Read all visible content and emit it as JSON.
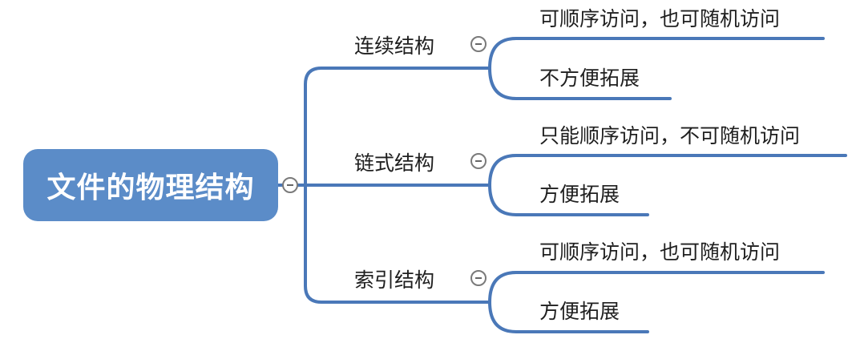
{
  "colors": {
    "root_fill": "#5b8cc8",
    "connector": "#4a78b8",
    "text": "#1f1f1f"
  },
  "mindmap": {
    "root": {
      "label": "文件的物理结构",
      "collapse_icon": "minus-circle-icon"
    },
    "branches": [
      {
        "label": "连续结构",
        "collapse_icon": "minus-circle-icon",
        "leaves": [
          "可顺序访问，也可随机访问",
          "不方便拓展"
        ]
      },
      {
        "label": "链式结构",
        "collapse_icon": "minus-circle-icon",
        "leaves": [
          "只能顺序访问，不可随机访问",
          "方便拓展"
        ]
      },
      {
        "label": "索引结构",
        "collapse_icon": "minus-circle-icon",
        "leaves": [
          "可顺序访问，也可随机访问",
          "方便拓展"
        ]
      }
    ]
  }
}
